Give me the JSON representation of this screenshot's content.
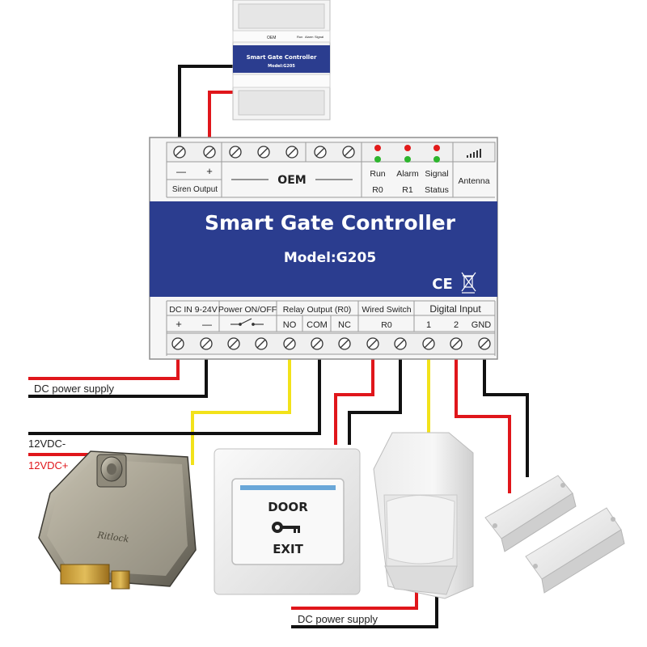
{
  "small_module": {
    "title": "Smart Gate Controller",
    "model": "Model:G205",
    "oem": "OEM",
    "led_labels": [
      "Run",
      "Alarm",
      "Signal"
    ]
  },
  "controller": {
    "title": "Smart Gate Controller",
    "model": "Model:G205",
    "ce_mark": "CE",
    "top_block": {
      "siren_minus": "—",
      "siren_plus": "+",
      "siren_label": "Siren Output",
      "oem_label": "OEM",
      "led_labels": [
        "Run",
        "Alarm",
        "Signal"
      ],
      "led_sub_labels": [
        "R0",
        "R1",
        "Status"
      ],
      "antenna_label": "Antenna"
    },
    "bottom_block": {
      "dc_in_label": "DC IN 9-24V",
      "dc_plus": "+",
      "dc_minus": "—",
      "power_label": "Power ON/OFF",
      "relay_label": "Relay Output (R0)",
      "relay_no": "NO",
      "relay_com": "COM",
      "relay_nc": "NC",
      "wired_switch_label": "Wired Switch",
      "wired_switch_sub": "R0",
      "digital_input_label": "Digital Input",
      "di_1": "1",
      "di_2": "2",
      "di_gnd": "GND"
    }
  },
  "wire_labels": {
    "dc_supply_left": "DC power supply",
    "vdc_minus": "12VDC-",
    "vdc_plus": "12VDC+",
    "dc_supply_bottom": "DC power supply"
  },
  "devices": {
    "lock_brand": "Ritlock",
    "exit_button_top": "DOOR",
    "exit_button_bottom": "EXIT"
  },
  "colors": {
    "panel_blue": "#2b3d8f",
    "wire_red": "#e0161b",
    "wire_black": "#111111",
    "wire_yellow": "#f2e21a",
    "led_red": "#e21b1b",
    "led_green": "#2db52d"
  }
}
